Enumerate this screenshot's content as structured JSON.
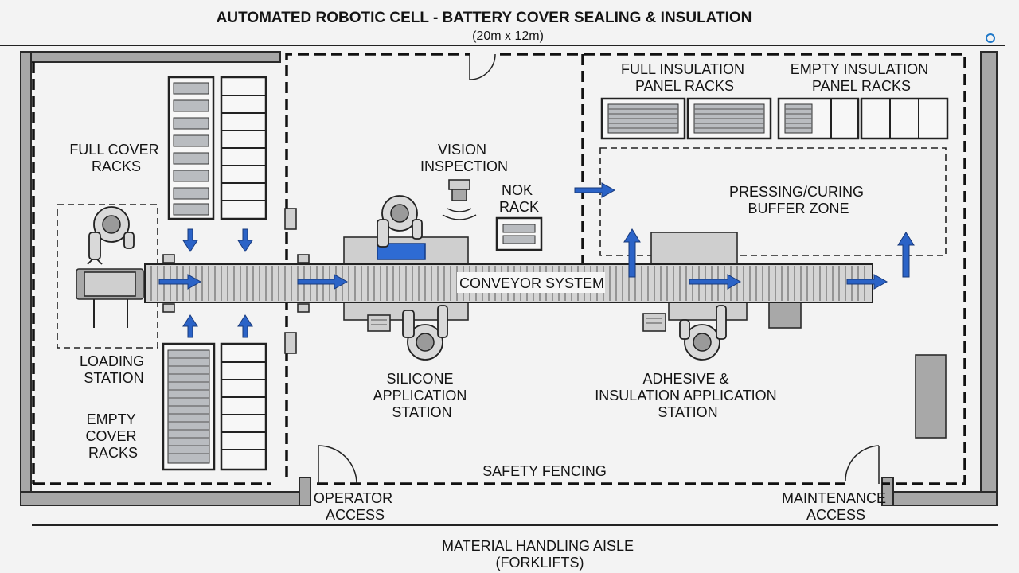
{
  "title": {
    "main": "AUTOMATED ROBOTIC CELL - BATTERY COVER SEALING & INSULATION",
    "dimensions": "(20m x 12m)"
  },
  "labels": {
    "full_cover_racks": [
      "FULL COVER",
      "RACKS"
    ],
    "empty_cover_racks": [
      "EMPTY",
      "COVER",
      "RACKS"
    ],
    "loading_station": [
      "LOADING",
      "STATION"
    ],
    "vision_inspection": [
      "VISION",
      "INSPECTION"
    ],
    "nok_rack": [
      "NOK",
      "RACK"
    ],
    "full_insulation_racks": [
      "FULL INSULATION",
      "PANEL RACKS"
    ],
    "empty_insulation_racks": [
      "EMPTY INSULATION",
      "PANEL RACKS"
    ],
    "pressing_buffer": [
      "PRESSING/CURING",
      "BUFFER ZONE"
    ],
    "conveyor": "CONVEYOR SYSTEM",
    "silicone_station": [
      "SILICONE",
      "APPLICATION",
      "STATION"
    ],
    "adhesive_station": [
      "ADHESIVE &",
      "INSULATION APPLICATION",
      "STATION"
    ],
    "safety_fencing": "SAFETY FENCING",
    "operator_access": [
      "OPERATOR",
      "ACCESS"
    ],
    "maintenance_access": [
      "MAINTENANCE",
      "ACCESS"
    ],
    "aisle": [
      "MATERIAL HANDLING AISLE",
      "(FORKLIFTS)"
    ]
  },
  "colors": {
    "flow_arrow": "#2b63c7",
    "equipment": "#cfcfcf",
    "walls": "#a7a7a7",
    "background": "#f3f3f3"
  },
  "icons": {
    "flow": "arrow-icon",
    "robot": "robot-arm-icon",
    "camera": "camera-icon",
    "control": "control-panel-icon",
    "light": "light-fixture-icon"
  }
}
